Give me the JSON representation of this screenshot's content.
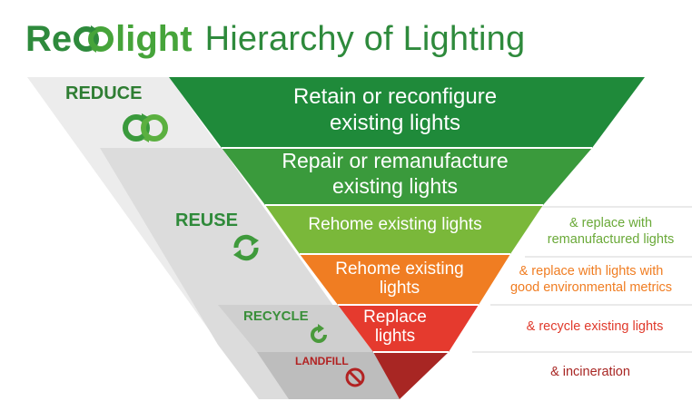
{
  "header": {
    "logo_text_left": "Re",
    "logo_text_right": "light",
    "title": "Hierarchy of Lighting"
  },
  "categories": {
    "reduce": "REDUCE",
    "reuse": "REUSE",
    "recycle": "RECYCLE",
    "landfill": "LANDFILL"
  },
  "tiers": [
    {
      "label": "Retain or reconfigure\nexisting lights",
      "color": "#1f8a3a"
    },
    {
      "label": "Repair or remanufacture\nexisting lights",
      "color": "#3a9a3c"
    },
    {
      "label": "Rehome existing lights",
      "color": "#7ab83a"
    },
    {
      "label": "Rehome existing\nlights",
      "color": "#f07d22"
    },
    {
      "label": "Replace\nlights",
      "color": "#e53a2e"
    },
    {
      "label": "",
      "color": "#a82623"
    }
  ],
  "side_notes": {
    "rehome_green": "& replace with\nremanufactured lights",
    "rehome_orange": "& replace with lights with\ngood environmental metrics",
    "replace": "& recycle existing lights",
    "bottom": "& incineration"
  },
  "icons": {
    "logo": "recolight-infinity-icon",
    "reduce": "infinity-loop-icon",
    "reuse": "recycle-arrows-icon",
    "recycle": "circular-arrow-icon",
    "landfill": "prohibited-icon"
  }
}
